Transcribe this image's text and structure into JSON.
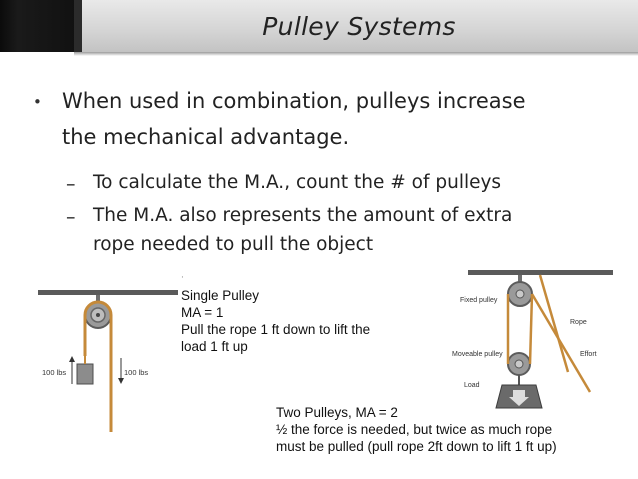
{
  "slide": {
    "title": "Pulley Systems",
    "bullet": "•",
    "main_line1": "When used in combination, pulleys increase",
    "main_line2": "the mechanical advantage.",
    "dash": "–",
    "sub1": "To calculate the M.A., count the # of pulleys",
    "sub2_line1": "The M.A. also represents the amount of extra",
    "sub2_line2": "rope needed to pull the object"
  },
  "single_pulley": {
    "caption_line1": "Single Pulley",
    "caption_line2": "MA = 1",
    "caption_line3": "Pull the rope 1 ft down to lift the",
    "caption_line4": "load 1 ft up",
    "left_weight": "100 lbs",
    "right_force": "100 lbs"
  },
  "two_pulleys": {
    "caption_line1": "Two Pulleys, MA = 2",
    "caption_line2": "½ the force is needed, but twice as much rope",
    "caption_line3": "must be pulled (pull rope 2ft down to lift 1 ft up)",
    "label_fixed": "Fixed pulley",
    "label_rope": "Rope",
    "label_moveable": "Moveable pulley",
    "label_effort": "Effort",
    "label_load": "Load"
  },
  "colors": {
    "rope": "#c58a3a",
    "metal": "#8a8a8a",
    "title_band": "#d4d4d4"
  }
}
